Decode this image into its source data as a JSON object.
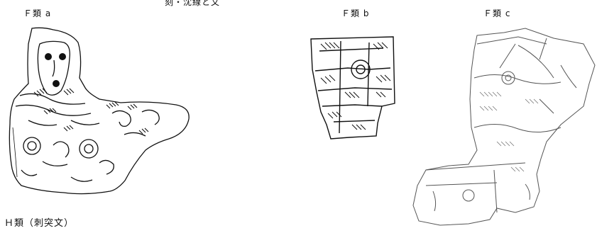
{
  "top_partial_caption": "刻・沈線と文",
  "figures": [
    {
      "id": "a",
      "label": "Ｆ類 a"
    },
    {
      "id": "b",
      "label": "Ｆ類 b"
    },
    {
      "id": "c",
      "label": "Ｆ類 c"
    }
  ],
  "bottom_label": "Ｈ類（刺突文）",
  "colors": {
    "ink": "#111111",
    "light_ink": "#666666",
    "background": "#ffffff"
  }
}
